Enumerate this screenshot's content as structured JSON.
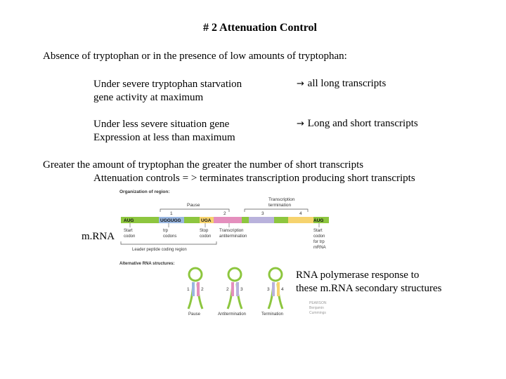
{
  "slide": {
    "title": "# 2 Attenuation Control",
    "intro": "Absence of tryptophan or in the presence of low amounts of tryptophan:",
    "cases": [
      {
        "condition_line1": "Under severe tryptophan starvation",
        "condition_line2": "gene activity at maximum",
        "arrow": "→",
        "result": "all long transcripts"
      },
      {
        "condition_line1": "Under less severe situation gene",
        "condition_line2": "Expression at less than maximum",
        "arrow": "→",
        "result": "Long and short transcripts"
      }
    ],
    "greater_line": "Greater the amount of tryptophan the greater the number of short transcripts",
    "attenuation_line": "Attenuation controls = > terminates transcription producing short transcripts",
    "mrna_label": "m.RNA",
    "polymerase_line1": "RNA polymerase response to",
    "polymerase_line2": "these m.RNA secondary structures"
  },
  "figure": {
    "org_heading": "Organization of region:",
    "pause_label": "Pause",
    "term_label_line1": "Transcription",
    "term_label_line2": "termination",
    "region_numbers": [
      "1",
      "2",
      "3",
      "4"
    ],
    "aug_left": "AUG",
    "uggugg": "UGGUGG",
    "uga": "UGA",
    "aug_right": "AUG",
    "start_codon_line1": "Start",
    "start_codon_line2": "codon",
    "trp_codons_line1": "trp",
    "trp_codons_line2": "codons",
    "stop_codon_line1": "Stop",
    "stop_codon_line2": "codon",
    "transcription_line1": "Transcription",
    "transcription_line2": "antitermination",
    "start_trp_line1": "Start",
    "start_trp_line2": "codon",
    "start_trp_line3": "for trp",
    "start_trp_line4": "mRNA",
    "leader_label": "Leader peptide coding region",
    "alt_heading": "Alternative RNA structures:",
    "hairpin_pause_label": "Pause",
    "hairpin_anti_label": "Antitermination",
    "hairpin_term_label": "Termination",
    "hp1_nums": [
      "1",
      "2"
    ],
    "hp2_nums": [
      "2",
      "3"
    ],
    "hp3_nums": [
      "3",
      "4"
    ],
    "publisher_line1": "PEARSON",
    "publisher_line2": "Benjamin",
    "publisher_line3": "Cummings"
  },
  "colors": {
    "green": "#8dc63f",
    "blue": "#9ab7e0",
    "pink": "#e48fbd",
    "lavender": "#b9b2dc",
    "yellow": "#f6d36e",
    "dark_green": "#5f9a2a"
  }
}
